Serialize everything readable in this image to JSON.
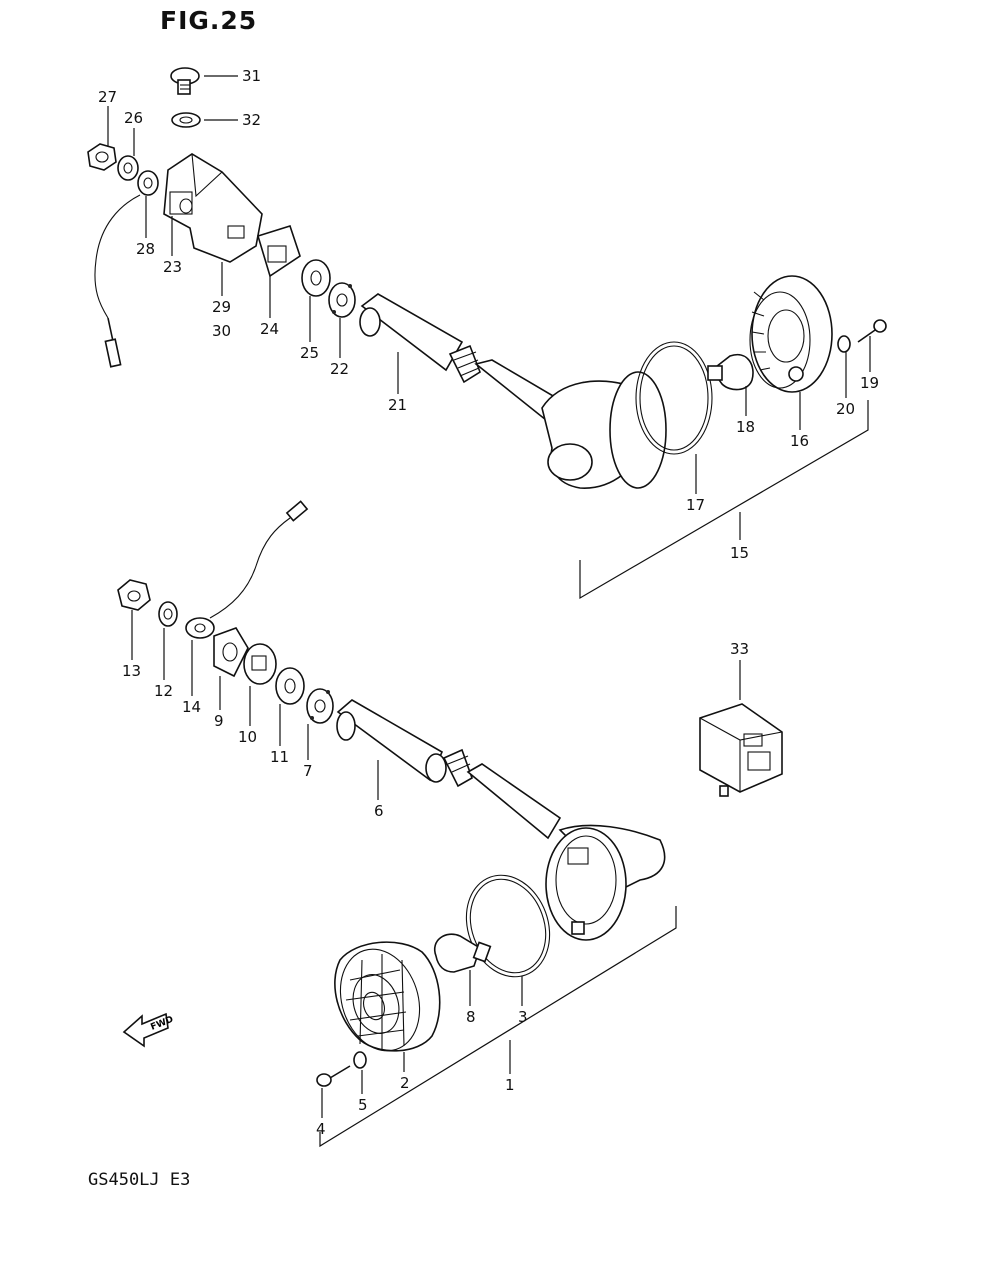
{
  "figure_title": "FIG.25",
  "model_code": "GS450LJ E3",
  "fwd_label": "FWD",
  "callouts": {
    "c1": "1",
    "c2": "2",
    "c3": "3",
    "c4": "4",
    "c5": "5",
    "c6": "6",
    "c7": "7",
    "c8": "8",
    "c9": "9",
    "c10": "10",
    "c11": "11",
    "c12": "12",
    "c13": "13",
    "c14": "14",
    "c15": "15",
    "c16": "16",
    "c17": "17",
    "c18": "18",
    "c19": "19",
    "c20": "20",
    "c21": "21",
    "c22": "22",
    "c23": "23",
    "c24": "24",
    "c25": "25",
    "c26": "26",
    "c27": "27",
    "c28": "28",
    "c29": "29",
    "c30": "30",
    "c31": "31",
    "c32": "32",
    "c33": "33"
  }
}
